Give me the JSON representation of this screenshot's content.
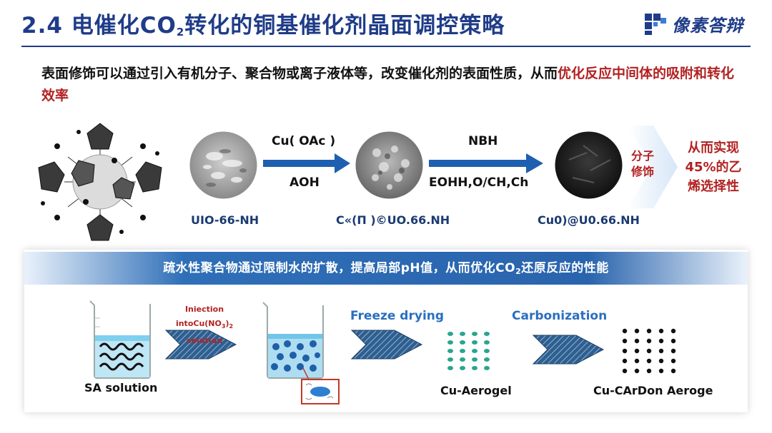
{
  "header": {
    "title_pre": "2.4 电催化CO",
    "title_sub": "2",
    "title_post": "转化的铜基催化剂晶面调控策略",
    "logo_text": "像素答辩",
    "logo_icon": "pixel-logo-icon",
    "accent_color": "#1f3c88"
  },
  "intro": {
    "text_pre": "表面修饰可以通过引入有机分子、聚合物或离子液体等，改变催化剂的表面性质，从而",
    "text_highlight": "优化反应中间体的吸附和转化效率",
    "highlight_color": "#b22222"
  },
  "top_scheme": {
    "arrow1_top": "Cu( OAc )",
    "arrow1_bottom": "AOH",
    "arrow2_top": "NBH",
    "arrow2_bottom": "EOHH,O/CH,Ch",
    "captions": [
      "UIO-66-NH",
      "C«(Π )©UO.66.NH",
      "Cu0)@U0.66.NH"
    ],
    "modification_line1": "分子",
    "modification_line2": "修饰",
    "result_line1": "从而实现",
    "result_line2": "45%的乙",
    "result_line3": "烯选择性"
  },
  "bottom_scheme": {
    "banner_pre": "疏水性聚合物通过限制水的扩散，提高局部pH值，从而优化CO",
    "banner_sub": "2",
    "banner_post": "还原反应的性能",
    "injection_pre": "Iniection intoCu(NO",
    "injection_sub": "3",
    "injection_post": ")",
    "injection_sub2": "2",
    "injection_line2": "solution",
    "freeze_label": "Freeze drying",
    "carbon_label": "Carbonization",
    "captions": [
      "SA solution",
      "Cu-Aerogel",
      "Cu-CArDon Aeroge"
    ]
  }
}
